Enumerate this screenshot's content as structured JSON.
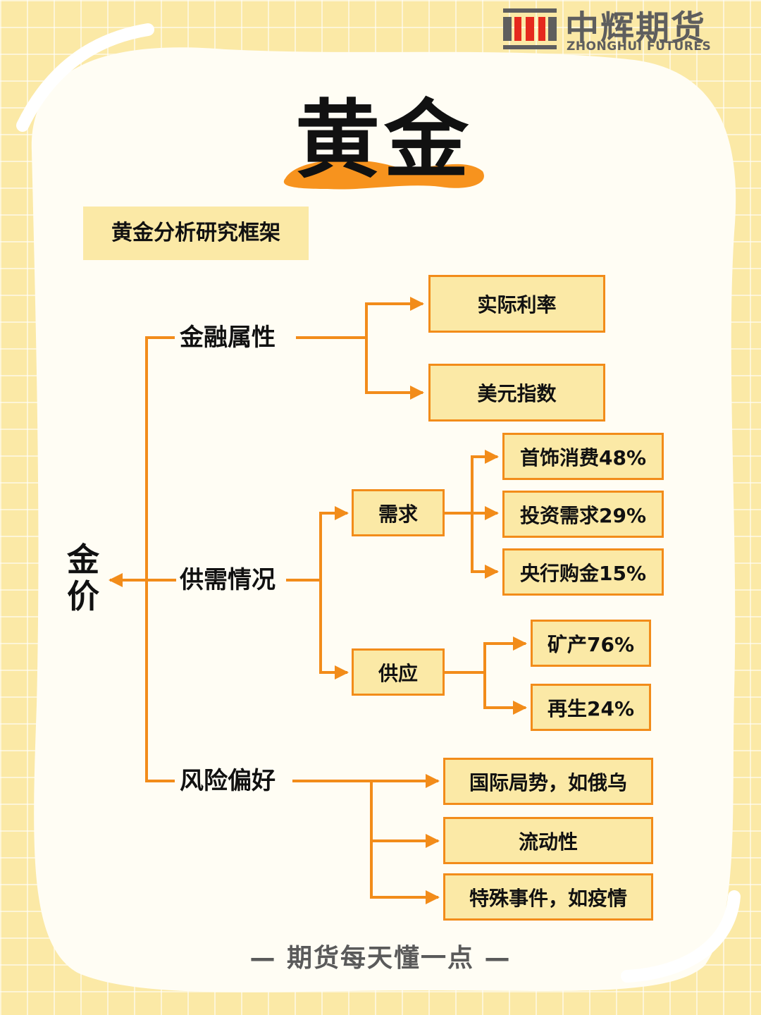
{
  "brand": {
    "name_cn": "中辉期货",
    "name_en": "ZHONGHUI FUTURES"
  },
  "title": "黄金",
  "subtitle": "黄金分析研究框架",
  "diagram": {
    "root": "金价",
    "branches": [
      {
        "label": "金融属性",
        "children": [
          "实际利率",
          "美元指数"
        ]
      },
      {
        "label": "供需情况",
        "children": [
          {
            "label": "需求",
            "children": [
              "首饰消费48%",
              "投资需求29%",
              "央行购金15%"
            ]
          },
          {
            "label": "供应",
            "children": [
              "矿产76%",
              "再生24%"
            ]
          }
        ]
      },
      {
        "label": "风险偏好",
        "children": [
          "国际局势，如俄乌",
          "流动性",
          "特殊事件，如疫情"
        ]
      }
    ]
  },
  "footer": "— 期货每天懂一点 —",
  "colors": {
    "accent": "#f28c1a",
    "box_fill": "#fbe9a6",
    "background": "#fbe9a6",
    "logo_red": "#e52a1e",
    "logo_gray": "#5e5e5e"
  }
}
